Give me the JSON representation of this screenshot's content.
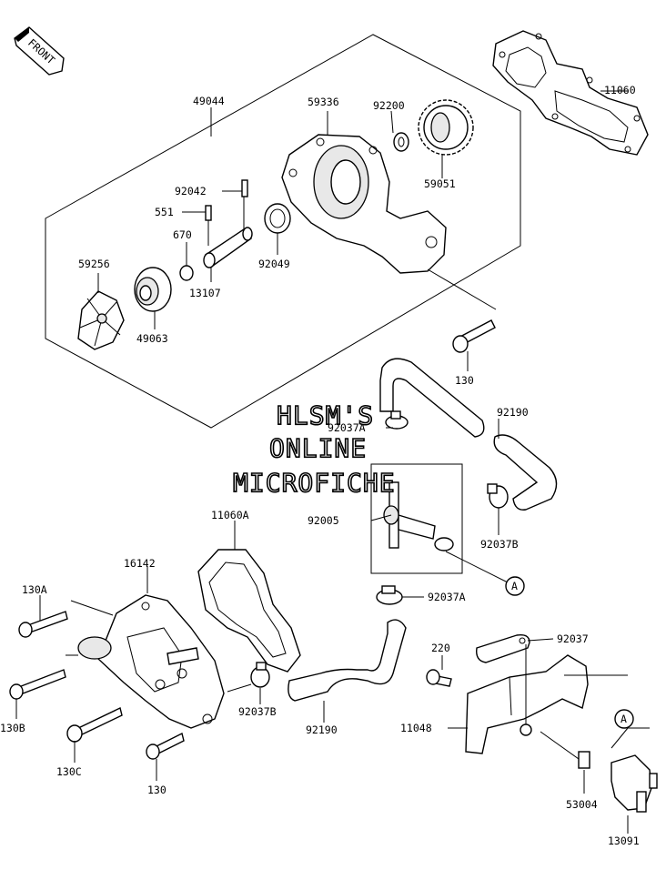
{
  "front_tag": "FRONT",
  "watermark": [
    "HLSM'S",
    "ONLINE",
    "MICROFICHE"
  ],
  "parts": {
    "p49044": "49044",
    "p59336": "59336",
    "p92200": "92200",
    "p11060": "11060",
    "p92042": "92042",
    "p551": "551",
    "p670": "670",
    "p59256": "59256",
    "p13107": "13107",
    "p92049": "92049",
    "p59051": "59051",
    "p49063": "49063",
    "p130_top": "130",
    "p92190_top": "92190",
    "p92037A_top": "92037A",
    "p92005": "92005",
    "p92037B_right": "92037B",
    "p11060A": "11060A",
    "p16142": "16142",
    "p130A": "130A",
    "p92037A_bottom": "92037A",
    "p220": "220",
    "p92037": "92037",
    "p130B": "130B",
    "p92037B_left": "92037B",
    "p92190_bottom": "92190",
    "p11048": "11048",
    "p130C": "130C",
    "p130_bottom": "130",
    "p53004": "53004",
    "p13091": "13091"
  },
  "refs": {
    "a_mid": "A",
    "a_bottom": "A"
  }
}
